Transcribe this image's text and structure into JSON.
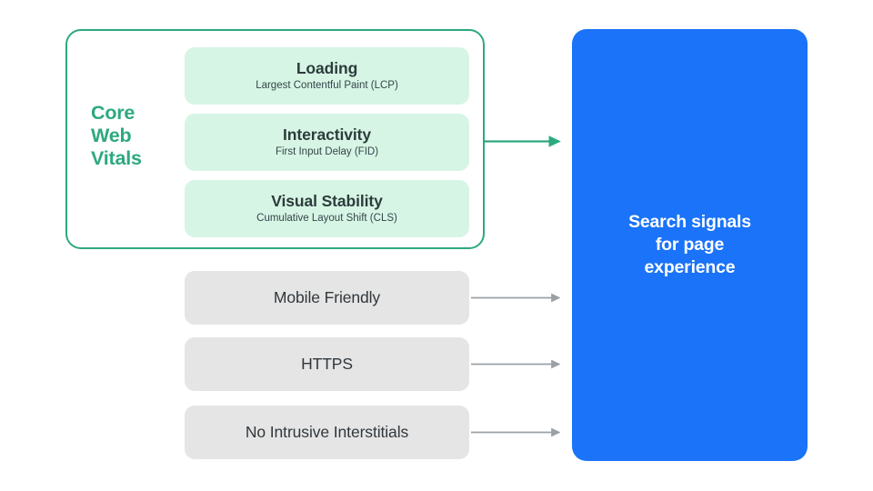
{
  "diagram": {
    "title": "Search signals for page experience",
    "colors": {
      "green_accent": "#2da97e",
      "green_fill": "#d7f5e5",
      "blue": "#1a73f8",
      "grey_fill": "#e5e5e5",
      "grey_arrow": "#9aa0a6",
      "text_dark": "#2c3c3c",
      "white": "#ffffff"
    }
  },
  "core_web_vitals": {
    "group_label": "Core\nWeb\nVitals",
    "group_label_lines": [
      "Core",
      "Web",
      "Vitals"
    ],
    "metrics": [
      {
        "title": "Loading",
        "subtitle": "Largest Contentful Paint (LCP)"
      },
      {
        "title": "Interactivity",
        "subtitle": "First Input Delay (FID)"
      },
      {
        "title": "Visual Stability",
        "subtitle": "Cumulative Layout Shift (CLS)"
      }
    ]
  },
  "other_signals": [
    {
      "label": "Mobile Friendly"
    },
    {
      "label": "HTTPS"
    },
    {
      "label": "No Intrusive Interstitials"
    }
  ],
  "destination": {
    "text": "Search signals\nfor page\nexperience"
  },
  "arrows": [
    {
      "name": "core-web-vitals-arrow",
      "color": "#2da97e"
    },
    {
      "name": "mobile-friendly-arrow",
      "color": "#9aa0a6"
    },
    {
      "name": "https-arrow",
      "color": "#9aa0a6"
    },
    {
      "name": "no-intrusive-interstitials-arrow",
      "color": "#9aa0a6"
    }
  ]
}
